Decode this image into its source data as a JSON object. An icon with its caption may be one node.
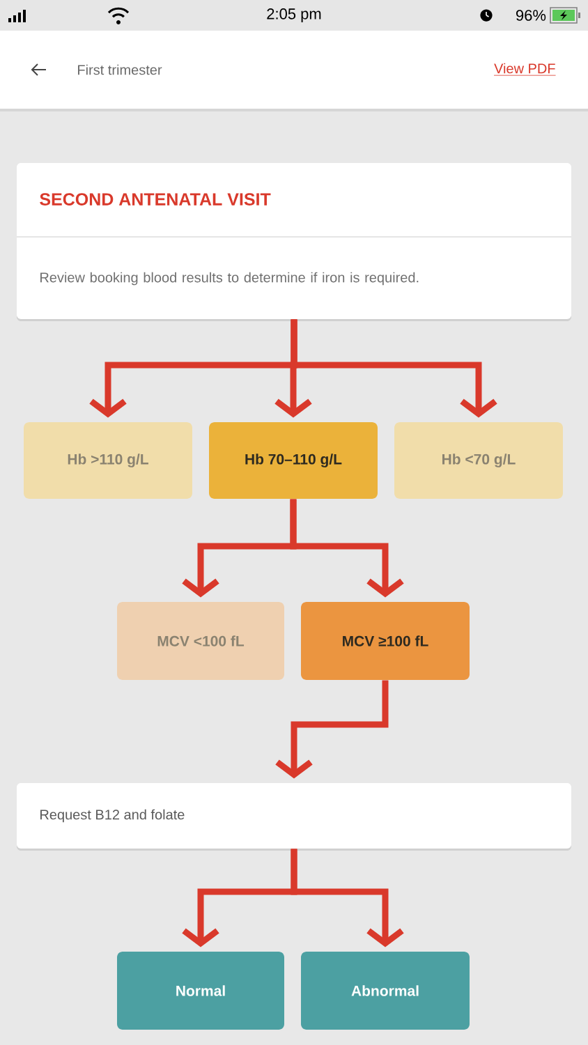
{
  "diagram": {
    "nodes": [
      {
        "text": [
          "SECOND ANTENATAL VISIT",
          "Review booking blood results to determine if iron is required."
        ]
      },
      {
        "text": [
          "Hb >110 g/L"
        ]
      },
      {
        "text": [
          "Hb 70–110 g/L"
        ]
      },
      {
        "text": [
          "Hb <70 g/L"
        ]
      },
      {
        "text": [
          "MCV <100 fL"
        ]
      },
      {
        "text": [
          "MCV ≥100 fL"
        ]
      },
      {
        "text": [
          "Request B12 and folate"
        ]
      },
      {
        "text": [
          "Normal"
        ]
      },
      {
        "text": [
          "Abnormal"
        ]
      }
    ],
    "edges": [
      {
        "from": 0,
        "to": 1,
        "arrow": "to"
      },
      {
        "from": 0,
        "to": 2,
        "arrow": "to"
      },
      {
        "from": 0,
        "to": 3,
        "arrow": "to"
      },
      {
        "from": 2,
        "to": 4,
        "arrow": "to"
      },
      {
        "from": 2,
        "to": 5,
        "arrow": "to"
      },
      {
        "from": 5,
        "to": 6,
        "arrow": "to"
      },
      {
        "from": 6,
        "to": 7,
        "arrow": "to"
      },
      {
        "from": 6,
        "to": 8,
        "arrow": "to"
      }
    ],
    "labels": [
      "2:05 pm",
      "96%",
      "First trimester",
      "View PDF"
    ]
  }
}
